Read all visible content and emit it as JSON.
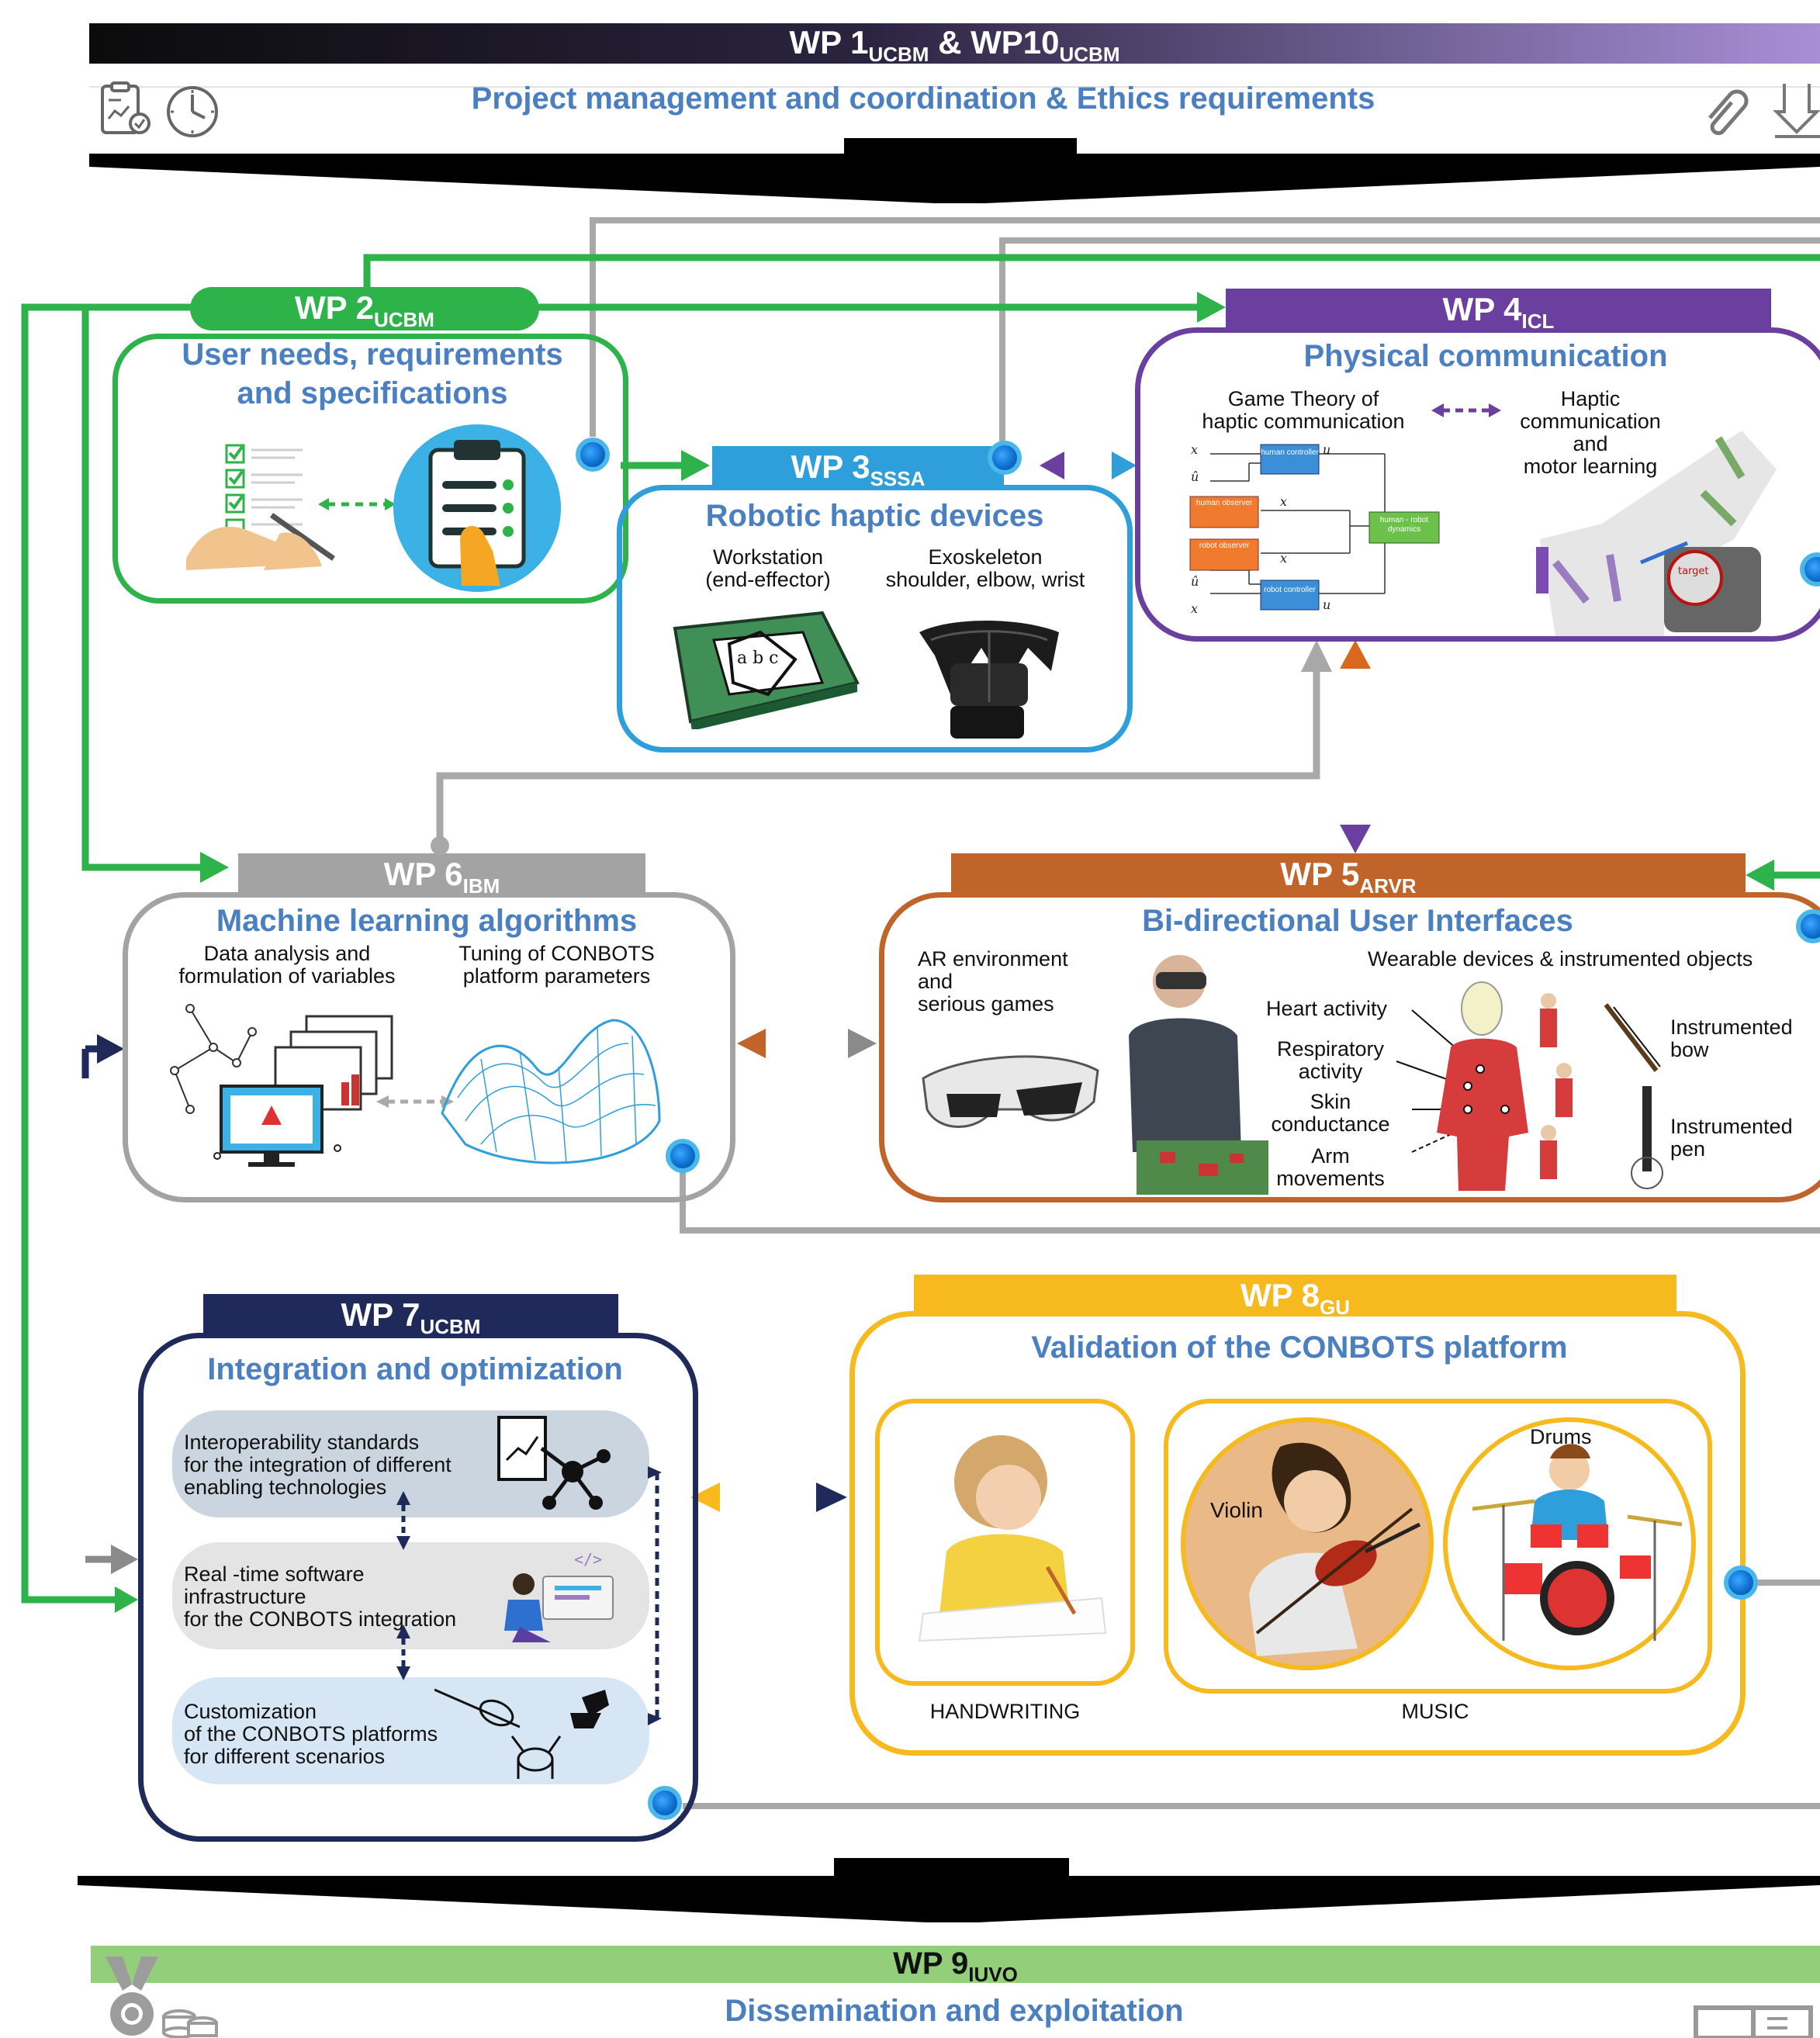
{
  "wp1": {
    "title": "WP 1",
    "org": "UCBM",
    "amp": " & ",
    "title2": "WP10",
    "org2": "UCBM",
    "subtitle": "Project management and coordination & Ethics requirements"
  },
  "wp2": {
    "title": "WP 2",
    "org": "UCBM",
    "subtitle_line1": "User needs, requirements",
    "subtitle_line2": "and specifications"
  },
  "wp3": {
    "title": "WP 3",
    "org": "SSSA",
    "subtitle": "Robotic haptic devices",
    "left_label_line1": "Workstation",
    "left_label_line2": "(end-effector)",
    "right_label_line1": "Exoskeleton",
    "right_label_line2": "shoulder, elbow, wrist",
    "tablet_letters": "a b c"
  },
  "wp4": {
    "title": "WP 4",
    "org": "ICL",
    "subtitle": "Physical communication",
    "left_line1": "Game Theory of",
    "left_line2": "haptic communication",
    "right_line1": "Haptic",
    "right_line2": "communication",
    "right_line3": "and",
    "right_line4": "motor learning",
    "block_human_controller": "human controller",
    "block_human_observer": "human observer",
    "block_robot_observer": "robot observer",
    "block_robot_controller": "robot controller",
    "block_dynamics": "human - robot dynamics",
    "sym_xd": "x",
    "sym_x": "x",
    "sym_uh": "u",
    "sym_ur": "u",
    "sym_uhat": "û",
    "target_label": "target"
  },
  "wp5": {
    "title": "WP 5",
    "org": "ARVR",
    "subtitle": "Bi-directional User Interfaces",
    "ar_line1": "AR environment",
    "ar_line2": "and",
    "ar_line3": "serious games",
    "wearable": "Wearable devices & instrumented objects",
    "heart": "Heart activity",
    "resp_line1": "Respiratory",
    "resp_line2": "activity",
    "skin_line1": "Skin",
    "skin_line2": "conductance",
    "arm_line1": "Arm",
    "arm_line2": "movements",
    "bow_line1": "Instrumented",
    "bow_line2": "bow",
    "pen_line1": "Instrumented",
    "pen_line2": "pen"
  },
  "wp6": {
    "title": "WP 6",
    "org": "IBM",
    "subtitle": "Machine learning algorithms",
    "left_line1": "Data analysis and",
    "left_line2": "formulation of variables",
    "right_line1": "Tuning of CONBOTS",
    "right_line2": "platform parameters"
  },
  "wp7": {
    "title": "WP 7",
    "org": "UCBM",
    "subtitle": "Integration and  optimization",
    "item1_line1": "Interoperability standards",
    "item1_line2": "for the integration of different",
    "item1_line3": "enabling technologies",
    "item2_line1": "Real -time software",
    "item2_line2": "infrastructure",
    "item2_line3": "for the CONBOTS integration",
    "item3_line1": "Customization",
    "item3_line2": "of the CONBOTS platforms",
    "item3_line3": "for different scenarios"
  },
  "wp8": {
    "title": "WP 8",
    "org": "GU",
    "subtitle": "Validation of the CONBOTS platform",
    "handwriting": "HANDWRITING",
    "music": "MUSIC",
    "violin": "Violin",
    "drums": "Drums"
  },
  "wp9": {
    "title": "WP 9",
    "org": "IUVO",
    "subtitle": "Dissemination and exploitation"
  },
  "colors": {
    "green": "#2db34a",
    "gray": "#a3a3a3",
    "purple": "#6b3fa0",
    "blue": "#2f9fdc",
    "orange": "#c0642a",
    "navy": "#1f2a5a",
    "yellow": "#f6b91e",
    "lightgreen": "#93cf7a",
    "title_blue": "#4a7fc1"
  },
  "icons": [
    "clipboard-chart-icon",
    "clock-icon",
    "paperclip-icon",
    "download-icon",
    "medal-icon",
    "coins-icon",
    "book-icon"
  ]
}
